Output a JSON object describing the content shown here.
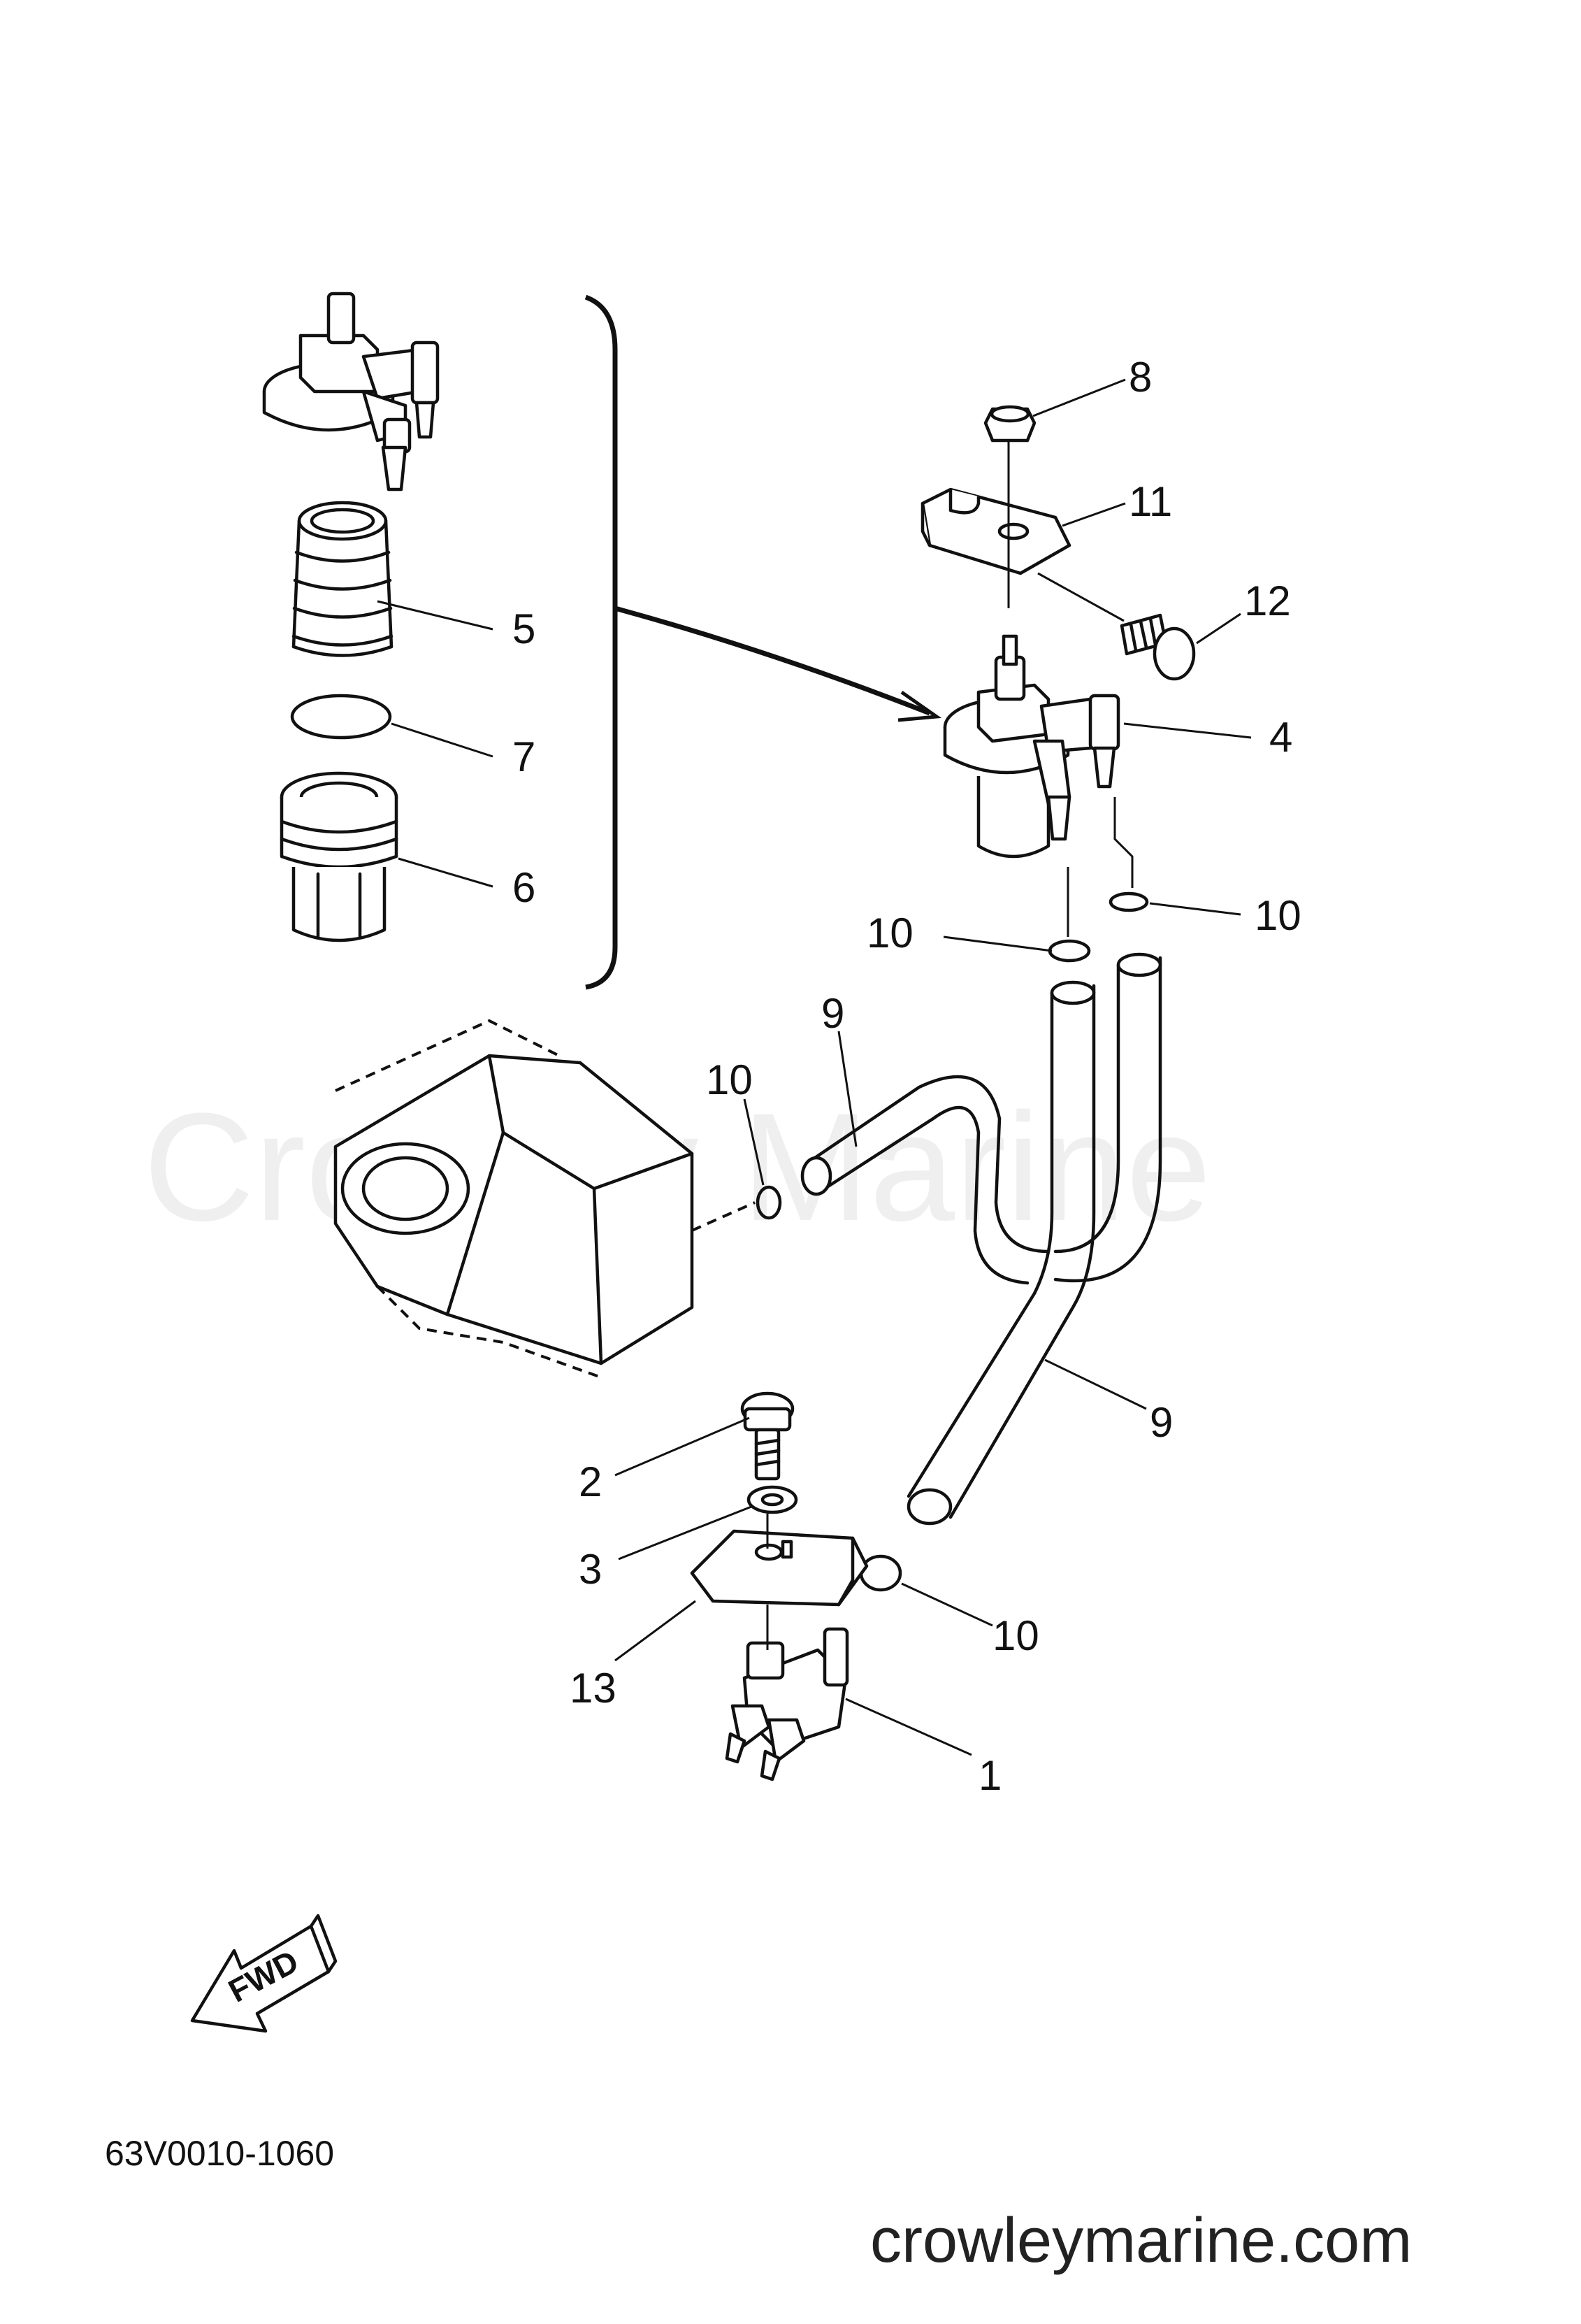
{
  "callouts": [
    {
      "label": "8"
    },
    {
      "label": "11"
    },
    {
      "label": "12"
    },
    {
      "label": "5"
    },
    {
      "label": "4"
    },
    {
      "label": "7"
    },
    {
      "label": "6"
    },
    {
      "label": "10"
    },
    {
      "label": "10"
    },
    {
      "label": "9"
    },
    {
      "label": "10"
    },
    {
      "label": "9"
    },
    {
      "label": "2"
    },
    {
      "label": "3"
    },
    {
      "label": "10"
    },
    {
      "label": "13"
    },
    {
      "label": "1"
    }
  ],
  "fwd_badge": {
    "text": "FWD"
  },
  "part_number": "63V0010-1060",
  "watermark": "Crowley Marine",
  "site": "crowleymarine.com"
}
